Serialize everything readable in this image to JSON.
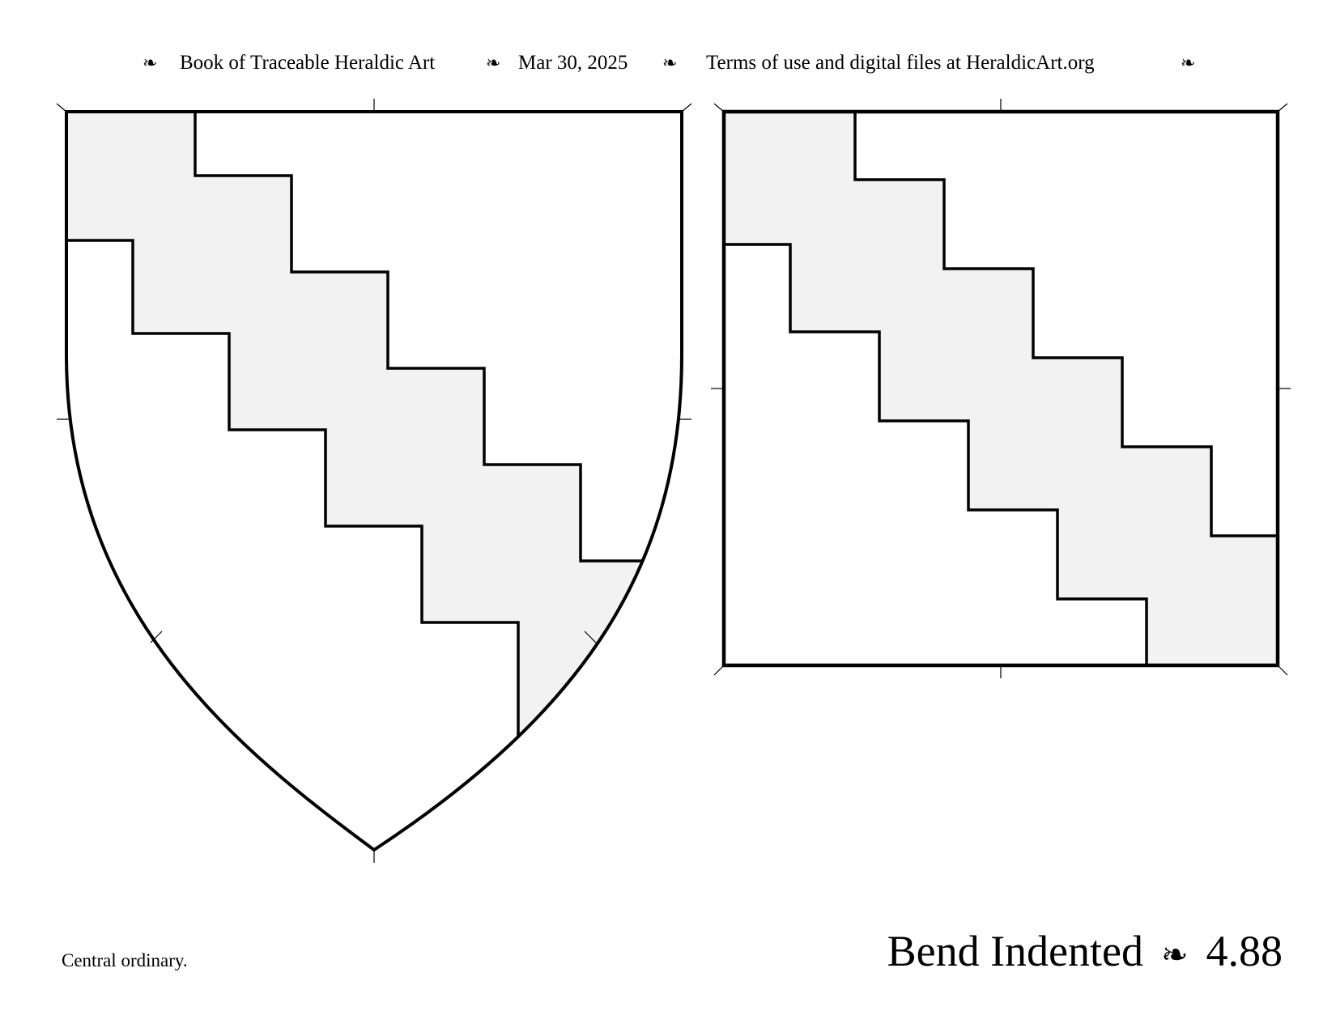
{
  "header": {
    "book_title": "Book of Traceable Heraldic Art",
    "date": "Mar 30, 2025",
    "terms": "Terms of use and digital files at HeraldicArt.org",
    "fleuron": "❧"
  },
  "plate": {
    "name": "Bend Indented",
    "separator": "❧",
    "number": "4.88",
    "caption": "Central ordinary."
  },
  "colors": {
    "outline": "#000000",
    "charge_fill": "#f2f2f2",
    "field_fill": "#ffffff"
  }
}
